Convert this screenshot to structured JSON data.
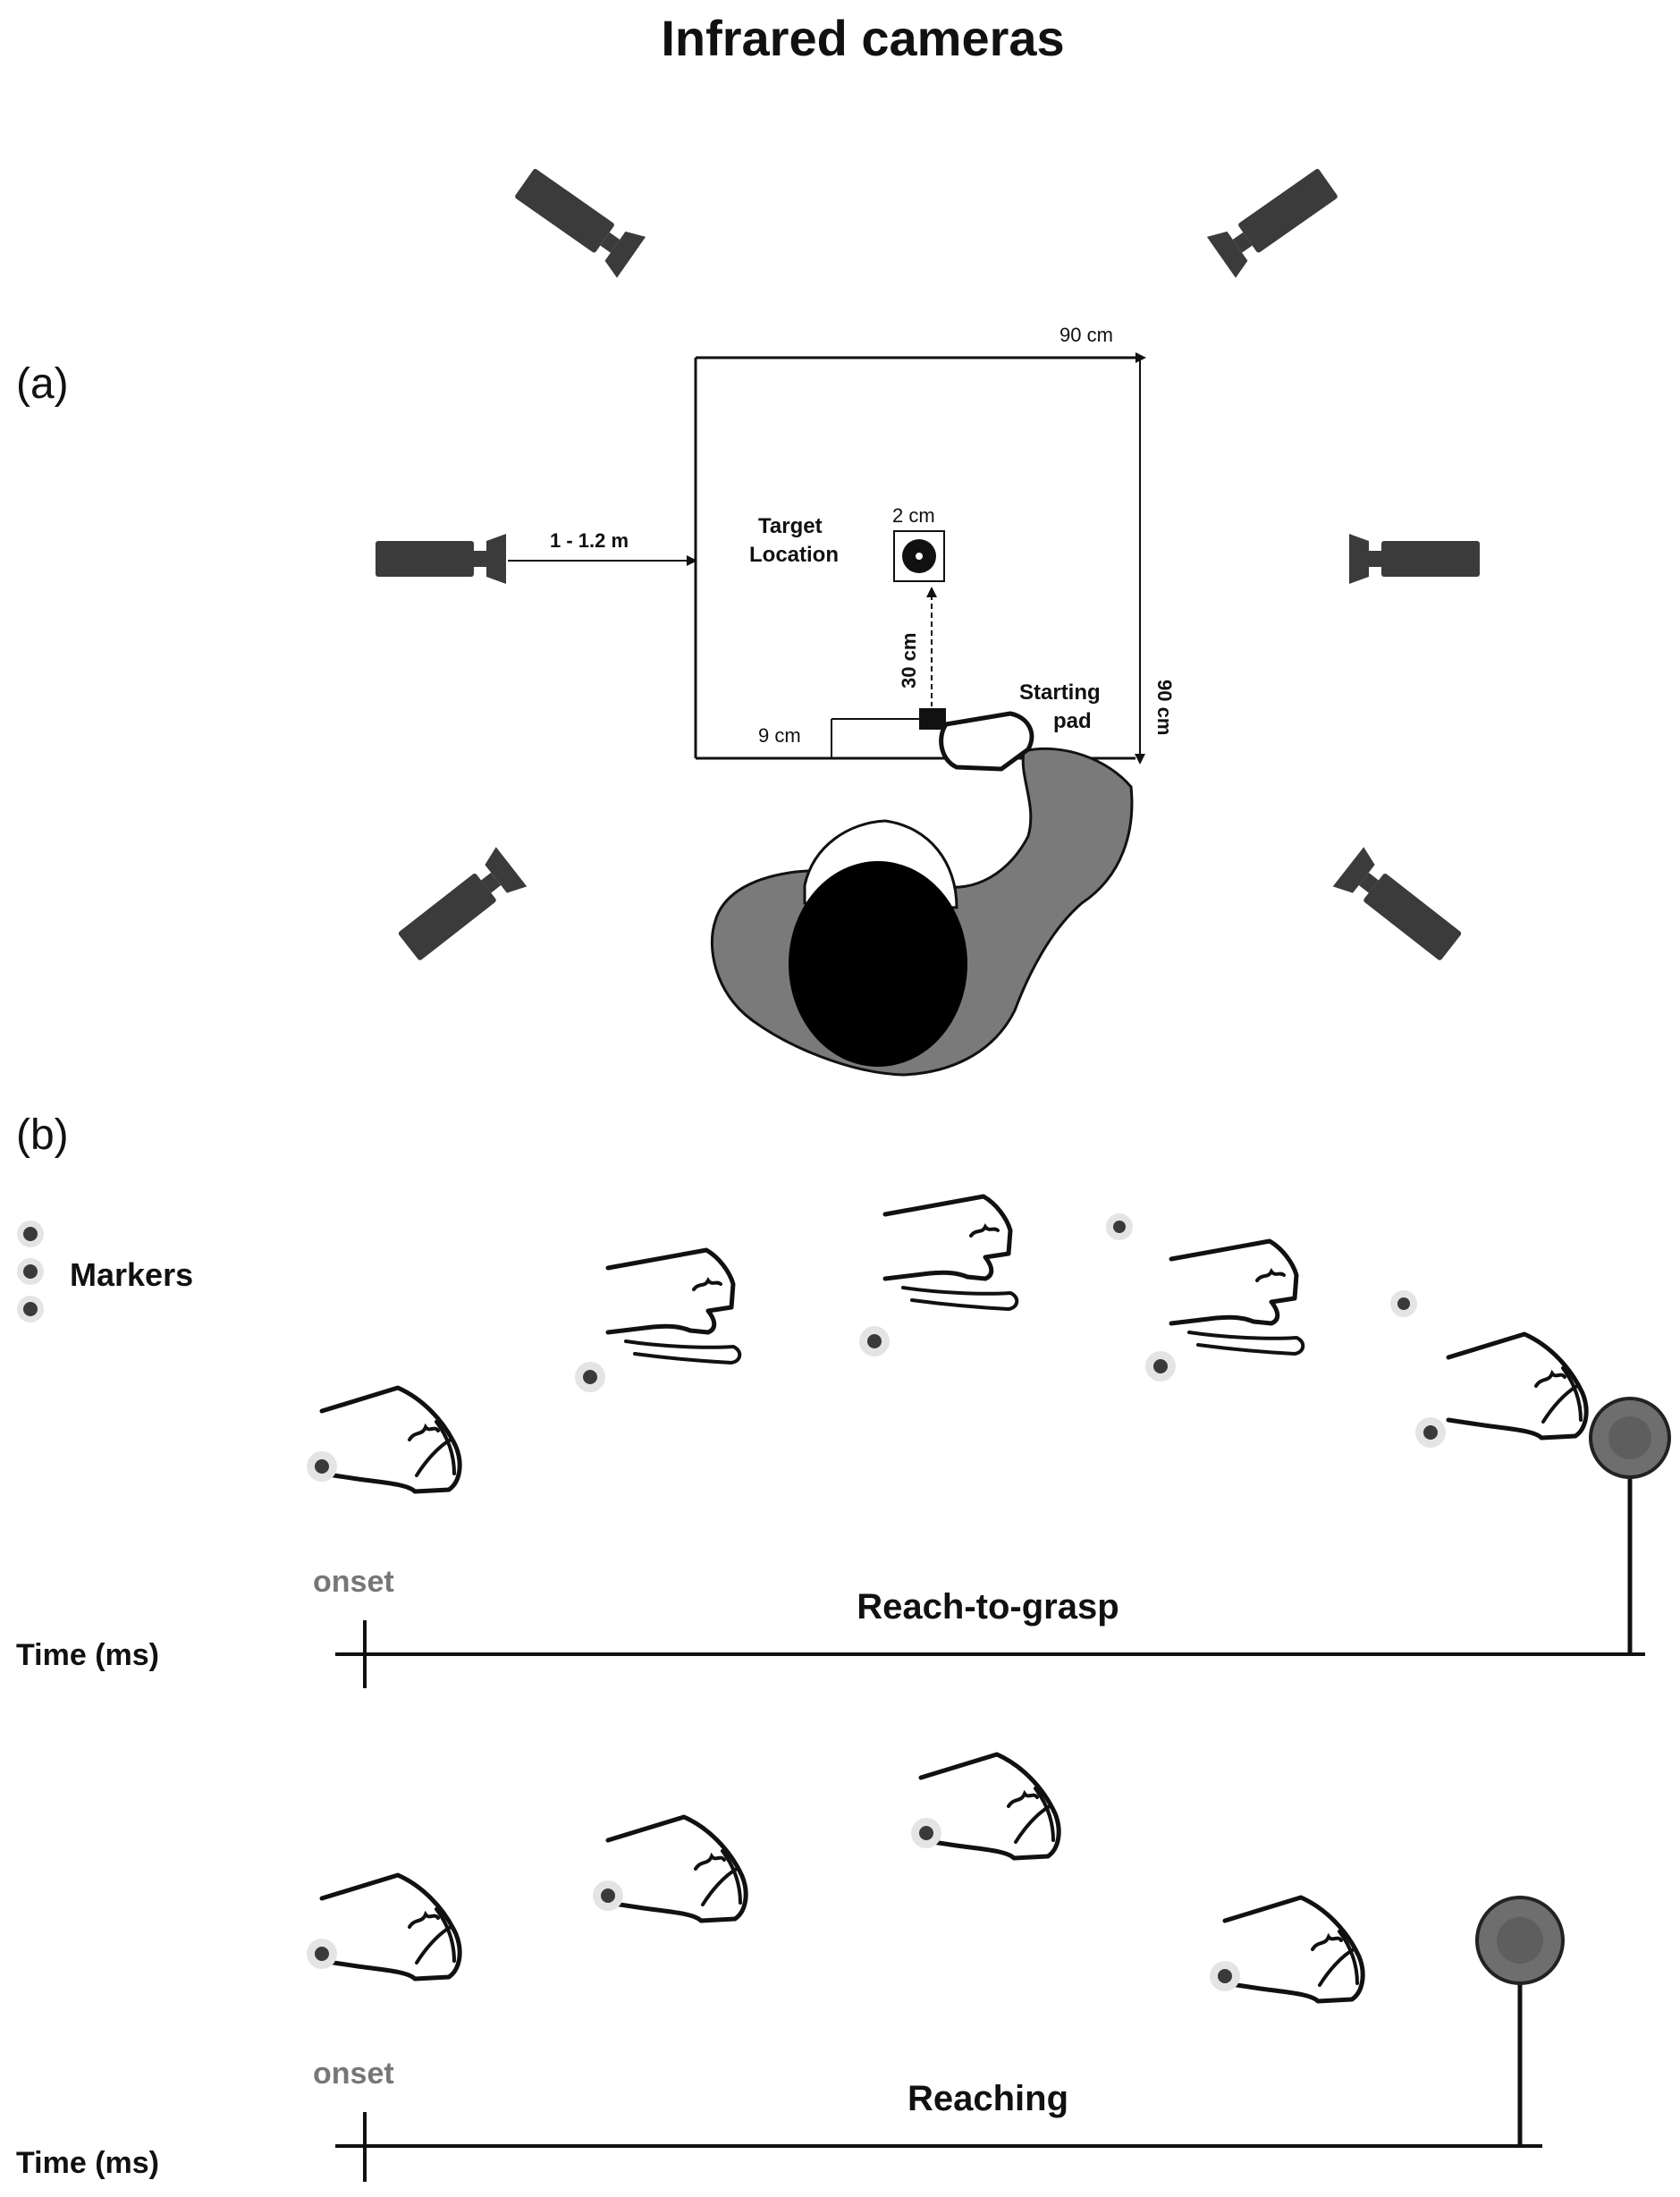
{
  "title": "Infrared cameras",
  "panel_a": {
    "label": "(a)",
    "table_width": "90 cm",
    "table_depth": "90 cm",
    "camera_distance": "1 - 1.2 m",
    "target_label_line1": "Target",
    "target_label_line2": "Location",
    "target_size": "2 cm",
    "reach_distance": "30 cm",
    "pad_offset": "9 cm",
    "pad_label_line1": "Starting",
    "pad_label_line2": "pad"
  },
  "panel_b": {
    "label": "(b)",
    "legend_label": "Markers",
    "reach_to_grasp": {
      "condition": "Reach-to-grasp",
      "onset": "onset",
      "axis_label": "Time (ms)"
    },
    "reaching": {
      "condition": "Reaching",
      "onset": "onset",
      "axis_label": "Time (ms)"
    }
  },
  "colors": {
    "camera": "#3b3b3b",
    "shirt": "#7a7a7a",
    "hair": "#000000",
    "target_ball": "#6e6e6e",
    "marker": "#3a3a3a",
    "marker_halo": "#e4e4e4",
    "onset_text": "#777777"
  }
}
